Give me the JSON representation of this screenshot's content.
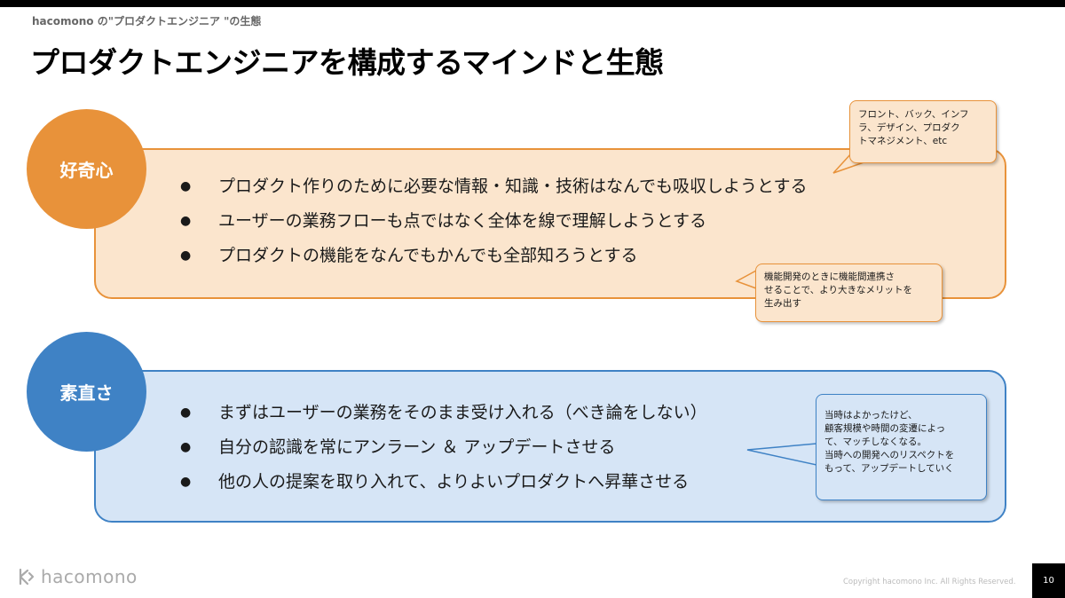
{
  "header": {
    "breadcrumb": "hacomono の\"プロダクトエンジニア \"の生態",
    "title": "プロダクトエンジニアを構成するマインドと生態"
  },
  "sections": [
    {
      "label": "好奇心",
      "bullets": [
        "プロダクト作りのために必要な情報・知識・技術はなんでも吸収しようとする",
        "ユーザーの業務フローも点ではなく全体を線で理解しようとする",
        "プロダクトの機能をなんでもかんでも全部知ろうとする"
      ]
    },
    {
      "label": "素直さ",
      "bullets": [
        "まずはユーザーの業務をそのまま受け入れる（べき論をしない）",
        "自分の認識を常にアンラーン ＆ アップデートさせる",
        "他の人の提案を取り入れて、よりよいプロダクトへ昇華させる"
      ]
    }
  ],
  "callouts": [
    "フロント、バック、インフ\nラ、デザイン、プロダク\nトマネジメント、etc",
    "機能開発のときに機能間連携さ\nせることで、より大きなメリットを\n生み出す",
    "当時はよかったけど、\n顧客規模や時間の変遷によっ\nて、マッチしなくなる。\n当時への開発へのリスペクトを\nもって、アップデートしていく"
  ],
  "footer": {
    "logo_text": "hacomono",
    "copyright": "Copyright hacomono Inc. All Rights Reserved.",
    "page_number": "10"
  },
  "colors": {
    "orange": "#e8923a",
    "orange_fill": "#fbe5cd",
    "blue": "#3f82c5",
    "blue_fill": "#d6e5f6"
  }
}
